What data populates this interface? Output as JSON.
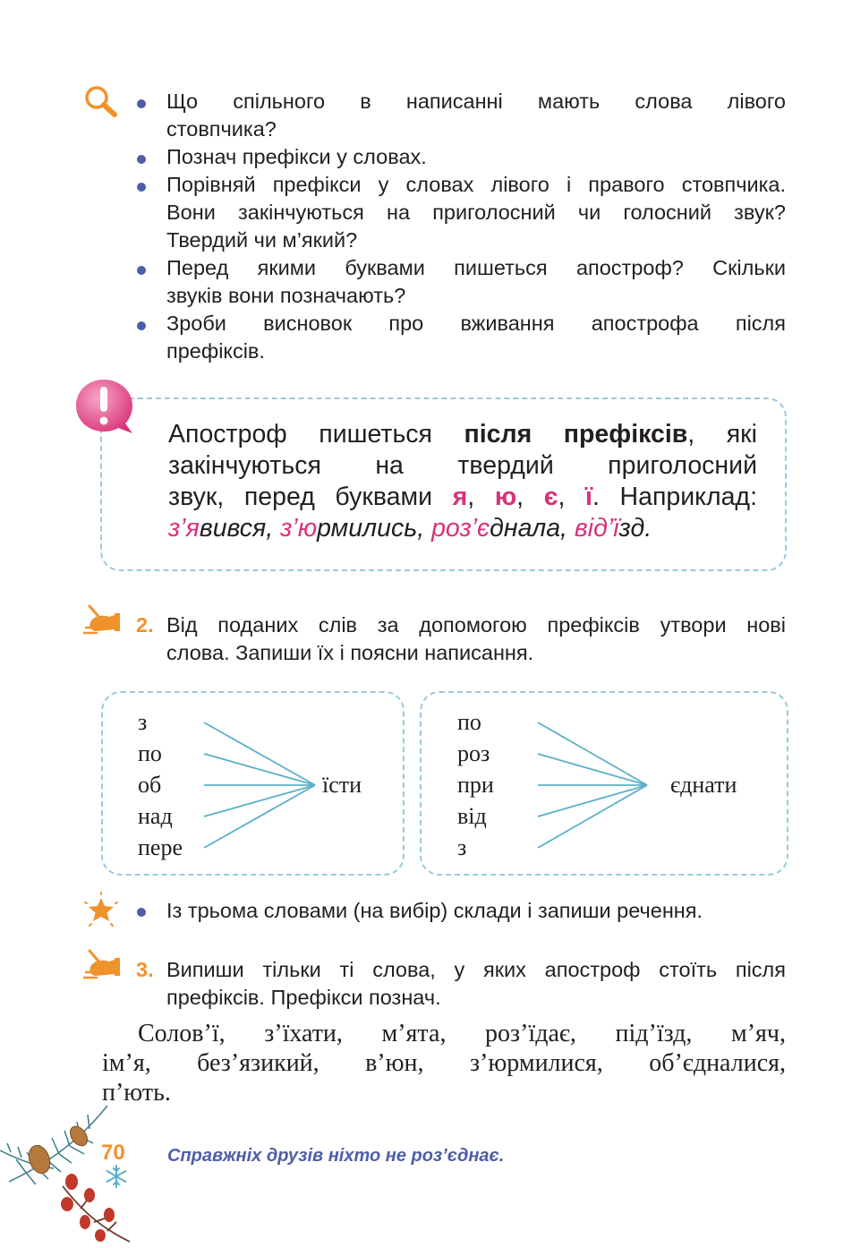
{
  "questions": [
    {
      "lines": [
        "Що спільного в написанні мають слова лівого",
        "стовпчика?"
      ]
    },
    {
      "lines": [
        "Познач префікси у словах."
      ]
    },
    {
      "lines": [
        "Порівняй префікси у словах лівого і правого стовпчика.",
        "Вони закінчуються на приголосний чи голосний звук?",
        "Твердий чи м’який?"
      ]
    },
    {
      "lines": [
        "Перед якими буквами пишеться апостроф? Скільки",
        "звуків вони позначають?"
      ]
    },
    {
      "lines": [
        "Зроби висновок про вживання апострофа після",
        "префіксів."
      ]
    }
  ],
  "rule": {
    "line1_a": "Апостроф пишеться ",
    "line1_bold": "після префіксів",
    "line1_b": ", які",
    "line2": "закінчуються на твердий приголосний",
    "line3_a": "звук, перед буквами ",
    "letters": [
      "я",
      "ю",
      "є",
      "ї"
    ],
    "line3_b": ". Наприклад:",
    "examples": [
      {
        "pink": "з’я",
        "rest": "вився"
      },
      {
        "pink": "з’ю",
        "rest": "рмились"
      },
      {
        "pink": "роз’є",
        "rest": "днала"
      },
      {
        "pink": "від’ї",
        "rest": "зд"
      }
    ]
  },
  "task2": {
    "number": "2.",
    "lines": [
      "Від поданих слів за допомогою префіксів утвори нові",
      "слова. Запиши їх і поясни написання."
    ],
    "left_prefixes": [
      "з",
      "по",
      "об",
      "над",
      "пере"
    ],
    "left_root": "їсти",
    "right_prefixes": [
      "по",
      "роз",
      "при",
      "від",
      "з"
    ],
    "right_root": "єднати"
  },
  "star_task": "Із трьома словами (на вибір) склади і запиши речення.",
  "task3": {
    "number": "3.",
    "lines": [
      "Випиши тільки ті слова, у яких апостроф стоїть після",
      "префіксів. Префікси познач."
    ],
    "words_lines": [
      "Солов’ї, з’їхати, м’ята, роз’їдає, під’їзд, м’яч,",
      "ім’я, без’язикий, в’юн, з’юрмилися, об’єдналися,",
      "п’ють."
    ]
  },
  "footer": {
    "page_number": "70",
    "proverb": "Справжніх друзів ніхто не роз’єднає."
  },
  "colors": {
    "accent_blue": "#4d5ea8",
    "pink": "#d6337a",
    "orange": "#f0922b",
    "dash_blue": "#9cc9dd"
  }
}
